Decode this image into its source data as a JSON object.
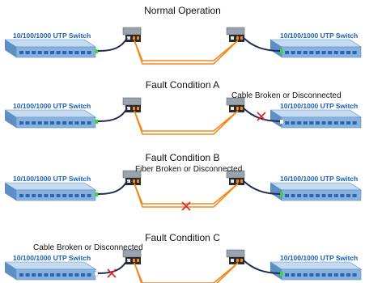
{
  "colors": {
    "switch_top": "#c5dbf1",
    "switch_front": "#88b2dd",
    "switch_edge": "#5d8fc4",
    "port": "#2b63b5",
    "led": "#33dd33",
    "copper_cable": "#1f2a5a",
    "fiber": "#f08a1c",
    "fault_mark": "#e02020",
    "label": "#1a5fb4"
  },
  "scenarios": [
    {
      "title": "Normal Operation",
      "left_switch_label": "10/100/1000 UTP Switch",
      "right_switch_label": "10/100/1000 UTP Switch",
      "note": "",
      "fault": "none"
    },
    {
      "title": "Fault Condition A",
      "left_switch_label": "10/100/1000 UTP Switch",
      "right_switch_label": "10/100/1000 UTP Switch",
      "note": "Cable Broken or Disconnected",
      "fault": "right-copper"
    },
    {
      "title": "Fault Condition B",
      "left_switch_label": "10/100/1000 UTP Switch",
      "right_switch_label": "10/100/1000 UTP Switch",
      "note": "Fiber Broken or Disconnected",
      "fault": "fiber"
    },
    {
      "title": "Fault Condition C",
      "left_switch_label": "10/100/1000 UTP Switch",
      "right_switch_label": "10/100/1000 UTP Switch",
      "note": "Cable Broken or Disconnected",
      "fault": "left-copper"
    }
  ]
}
